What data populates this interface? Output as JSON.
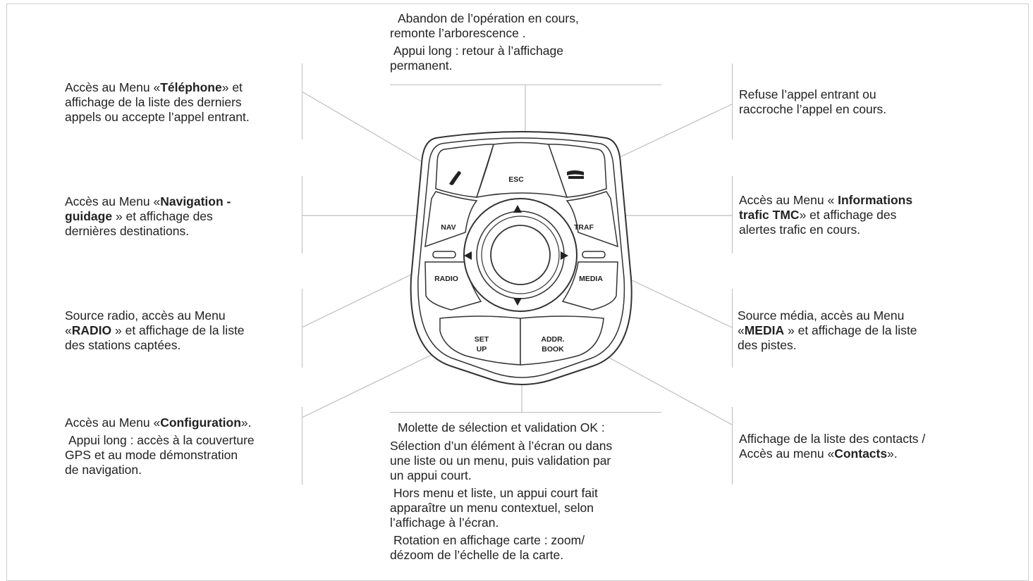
{
  "labels": {
    "esc": {
      "l1": "Abandon de l’opération en cours,",
      "l2": "remonte l’arborescence .",
      "l3": "Appui long : retour à l’affichage",
      "l4": "permanent."
    },
    "phone": {
      "p1": "Accès au Menu «",
      "b1": "Téléphone",
      "p2": "» et",
      "l2": "affichage de la liste des derniers",
      "l3": "appels ou accepte l’appel entrant."
    },
    "hangup": {
      "l1": "Refuse l’appel entrant ou",
      "l2": "raccroche l’appel en cours."
    },
    "nav": {
      "p1": "Accès au Menu «",
      "b1": "Navigation -",
      "b2": "guidage",
      "p2": " » et affichage des",
      "l3": "dernières destinations."
    },
    "traf": {
      "p1": "Accès au Menu « ",
      "b1": "Informations",
      "b2": "trafic TMC",
      "p2": "» et affichage des",
      "l3": "alertes trafic en cours."
    },
    "radio": {
      "l1": "Source radio, accès au Menu",
      "p1": "«",
      "b1": "RADIO",
      "p2": " » et affichage de la liste",
      "l3": "des stations captées."
    },
    "media": {
      "l1": "Source média, accès au Menu",
      "p1": "«",
      "b1": "MEDIA",
      "p2": " » et affichage de la liste",
      "l3": "des pistes."
    },
    "setup": {
      "p1": "Accès au Menu «",
      "b1": "Configuration",
      "p2": "».",
      "l2": "Appui long : accès à la couverture",
      "l3": "GPS et au mode démonstration",
      "l4": "de navigation."
    },
    "addr": {
      "l1": "Affichage de la liste des contacts /",
      "p1": "Accès au menu «",
      "b1": "Contacts",
      "p2": "»."
    },
    "knob": {
      "l1": "Molette de sélection et validation OK :",
      "l2": "Sélection d’un élément à l’écran ou dans",
      "l3": "une liste ou un menu, puis validation par",
      "l4": "un appui court.",
      "l5": "Hors menu et liste, un appui court fait",
      "l6": "apparaître un menu contextuel, selon",
      "l7": "l’affichage à l’écran.",
      "l8": "Rotation en affichage carte : zoom/",
      "l9": "dézoom de l’échelle de la carte."
    }
  },
  "buttons": {
    "esc": "ESC",
    "nav": "NAV",
    "traf": "TRAF",
    "radio": "RADIO",
    "media": "MEDIA",
    "set": "SET",
    "up": "UP",
    "addr": "ADDR.",
    "book": "BOOK"
  },
  "colors": {
    "outline": "#333333",
    "leader": "#bdbdbd",
    "text": "#222222"
  }
}
